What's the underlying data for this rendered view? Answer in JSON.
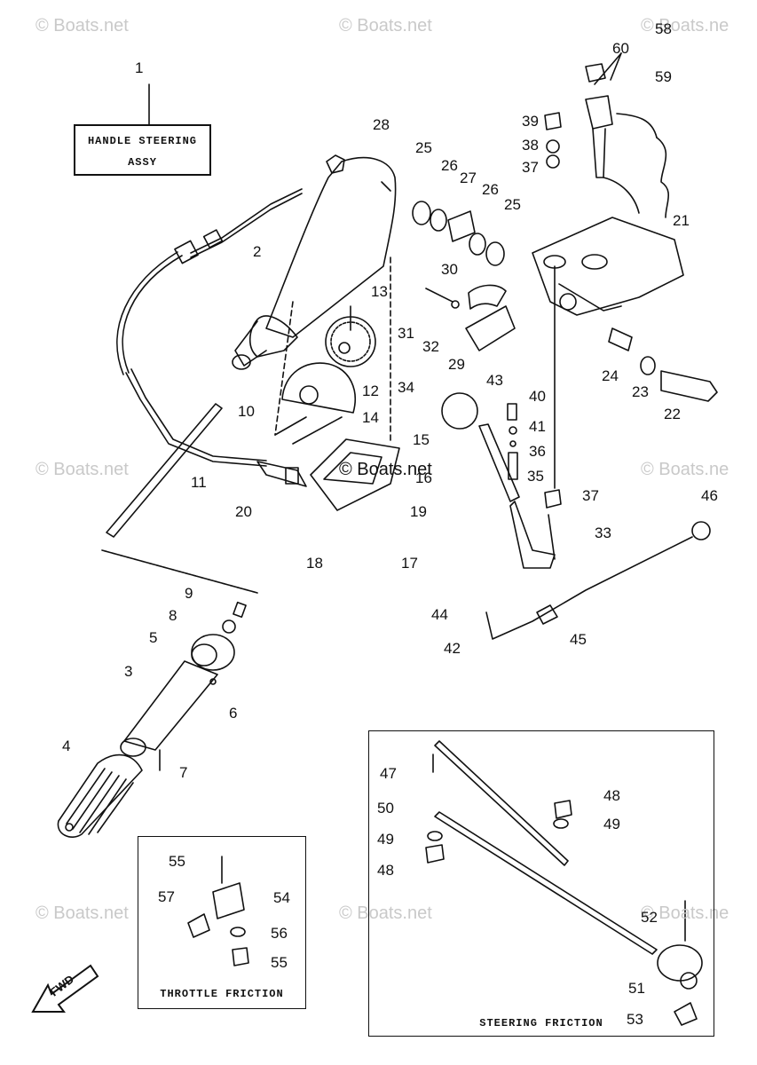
{
  "watermarks": [
    "© Boats.net",
    "© Boats.net",
    "© Boats.ne",
    "© Boats.net",
    "© Boats.net",
    "© Boats.ne",
    "© Boats.net",
    "© Boats.net",
    "© Boats.ne"
  ],
  "boxes": {
    "handle_line1": "HANDLE STEERING",
    "handle_line2": "ASSY",
    "throttle": "THROTTLE FRICTION",
    "steering": "STEERING FRICTION",
    "fwd": "FWD"
  },
  "callouts": [
    "1",
    "2",
    "3",
    "4",
    "5",
    "6",
    "7",
    "8",
    "9",
    "10",
    "11",
    "12",
    "13",
    "14",
    "15",
    "16",
    "17",
    "18",
    "19",
    "20",
    "21",
    "22",
    "23",
    "24",
    "25",
    "25",
    "26",
    "26",
    "27",
    "28",
    "29",
    "30",
    "31",
    "32",
    "33",
    "34",
    "35",
    "36",
    "37",
    "37",
    "38",
    "39",
    "40",
    "41",
    "42",
    "43",
    "44",
    "45",
    "46",
    "47",
    "48",
    "48",
    "49",
    "49",
    "50",
    "51",
    "52",
    "53",
    "54",
    "55",
    "55",
    "56",
    "57",
    "58",
    "59",
    "60"
  ],
  "colors": {
    "line": "#111111",
    "watermark": "#c9c9c9"
  }
}
